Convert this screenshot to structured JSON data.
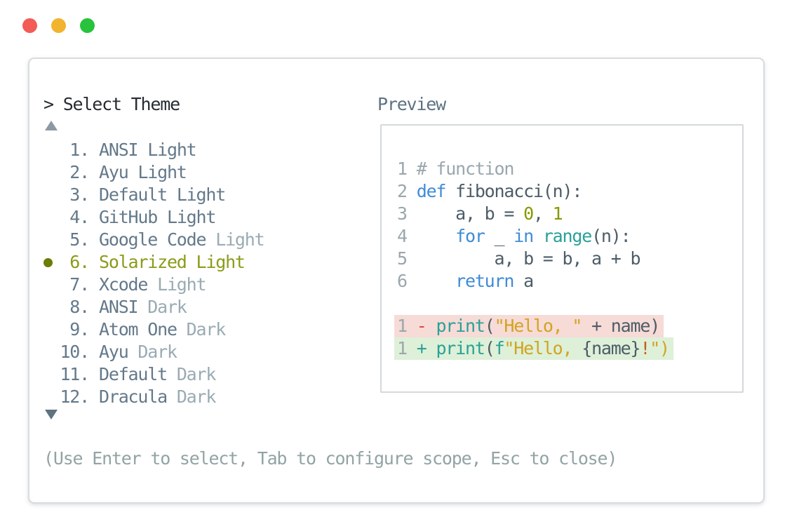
{
  "window_controls": {
    "close": "red-circle",
    "minimize": "yellow-circle",
    "zoom": "green-circle"
  },
  "selector": {
    "prompt": "> Select Theme",
    "items": [
      {
        "num": "1.",
        "name": "ANSI",
        "variant": "Light",
        "variant_muted": false,
        "selected": false
      },
      {
        "num": "2.",
        "name": "Ayu",
        "variant": "Light",
        "variant_muted": false,
        "selected": false
      },
      {
        "num": "3.",
        "name": "Default",
        "variant": "Light",
        "variant_muted": false,
        "selected": false
      },
      {
        "num": "4.",
        "name": "GitHub",
        "variant": "Light",
        "variant_muted": false,
        "selected": false
      },
      {
        "num": "5.",
        "name": "Google Code",
        "variant": "Light",
        "variant_muted": true,
        "selected": false
      },
      {
        "num": "6.",
        "name": "Solarized",
        "variant": "Light",
        "variant_muted": false,
        "selected": true
      },
      {
        "num": "7.",
        "name": "Xcode",
        "variant": "Light",
        "variant_muted": true,
        "selected": false
      },
      {
        "num": "8.",
        "name": "ANSI",
        "variant": "Dark",
        "variant_muted": true,
        "selected": false
      },
      {
        "num": "9.",
        "name": "Atom One",
        "variant": "Dark",
        "variant_muted": true,
        "selected": false
      },
      {
        "num": "10.",
        "name": "Ayu",
        "variant": "Dark",
        "variant_muted": true,
        "selected": false
      },
      {
        "num": "11.",
        "name": "Default",
        "variant": "Dark",
        "variant_muted": true,
        "selected": false
      },
      {
        "num": "12.",
        "name": "Dracula",
        "variant": "Dark",
        "variant_muted": true,
        "selected": false
      }
    ],
    "footer_hint": "(Use Enter to select, Tab to configure scope, Esc to close)"
  },
  "preview": {
    "label": "Preview",
    "lines": [
      {
        "tokens": [
          {
            "t": "1",
            "c": "ln"
          },
          {
            "t": " ",
            "c": "plain"
          },
          {
            "t": "# function",
            "c": "comment"
          }
        ]
      },
      {
        "tokens": [
          {
            "t": "2",
            "c": "ln"
          },
          {
            "t": " ",
            "c": "plain"
          },
          {
            "t": "def",
            "c": "kw"
          },
          {
            "t": " fibonacci(n):",
            "c": "plain"
          }
        ]
      },
      {
        "tokens": [
          {
            "t": "3",
            "c": "ln"
          },
          {
            "t": " ",
            "c": "plain"
          },
          {
            "t": "    a, b = ",
            "c": "plain"
          },
          {
            "t": "0",
            "c": "num"
          },
          {
            "t": ", ",
            "c": "plain"
          },
          {
            "t": "1",
            "c": "num"
          }
        ]
      },
      {
        "tokens": [
          {
            "t": "4",
            "c": "ln"
          },
          {
            "t": " ",
            "c": "plain"
          },
          {
            "t": "    ",
            "c": "plain"
          },
          {
            "t": "for",
            "c": "kw"
          },
          {
            "t": " _ ",
            "c": "plain"
          },
          {
            "t": "in",
            "c": "kw"
          },
          {
            "t": " ",
            "c": "plain"
          },
          {
            "t": "range",
            "c": "call"
          },
          {
            "t": "(n):",
            "c": "plain"
          }
        ]
      },
      {
        "tokens": [
          {
            "t": "5",
            "c": "ln"
          },
          {
            "t": " ",
            "c": "plain"
          },
          {
            "t": "        a, b = b, a + b",
            "c": "plain"
          }
        ]
      },
      {
        "tokens": [
          {
            "t": "6",
            "c": "ln"
          },
          {
            "t": " ",
            "c": "plain"
          },
          {
            "t": "    ",
            "c": "plain"
          },
          {
            "t": "return",
            "c": "kw"
          },
          {
            "t": " a",
            "c": "plain"
          }
        ]
      },
      {
        "tokens": []
      },
      {
        "band": "del",
        "tokens": [
          {
            "t": "1",
            "c": "ln"
          },
          {
            "t": " ",
            "c": "plain"
          },
          {
            "t": "-",
            "c": "del"
          },
          {
            "t": " ",
            "c": "plain"
          },
          {
            "t": "print",
            "c": "call"
          },
          {
            "t": "(",
            "c": "plain"
          },
          {
            "t": "\"Hello, \"",
            "c": "str"
          },
          {
            "t": " + name)",
            "c": "plain"
          }
        ]
      },
      {
        "band": "add",
        "tokens": [
          {
            "t": "1",
            "c": "ln"
          },
          {
            "t": " ",
            "c": "plain"
          },
          {
            "t": "+",
            "c": "add"
          },
          {
            "t": " ",
            "c": "plain"
          },
          {
            "t": "print",
            "c": "call"
          },
          {
            "t": "(",
            "c": "plain"
          },
          {
            "t": "f",
            "c": "call"
          },
          {
            "t": "\"Hello, ",
            "c": "str"
          },
          {
            "t": "{name}",
            "c": "plain"
          },
          {
            "t": "!",
            "c": "bang"
          },
          {
            "t": "\")",
            "c": "str"
          }
        ]
      }
    ]
  },
  "icons": {
    "scroll_up": "triangle-up",
    "scroll_down": "triangle-down",
    "selected_marker": "filled-circle"
  },
  "colors": {
    "traffic_red": "#f25c55",
    "traffic_yellow": "#f2b32e",
    "traffic_green": "#27c33c",
    "prompt_text": "#262c31",
    "list_text": "#64798a",
    "list_muted": "#9aabb3",
    "selected_olive": "#8a9c17",
    "bullet_olive": "#6c7c04",
    "footer_text": "#93a3a4",
    "keyword_blue": "#3f8cd5",
    "call_teal": "#2aa198",
    "string_yellow": "#d2a41f",
    "number_green": "#859900",
    "comment_gray": "#9aa7ad",
    "plain_code": "#4c5d68",
    "diff_del_bg": "#f6dbd7",
    "diff_add_bg": "#def0d8",
    "diff_del_sign": "#dc4840",
    "bang_orange": "#cb5a1f",
    "window_border": "#d8dcde"
  }
}
